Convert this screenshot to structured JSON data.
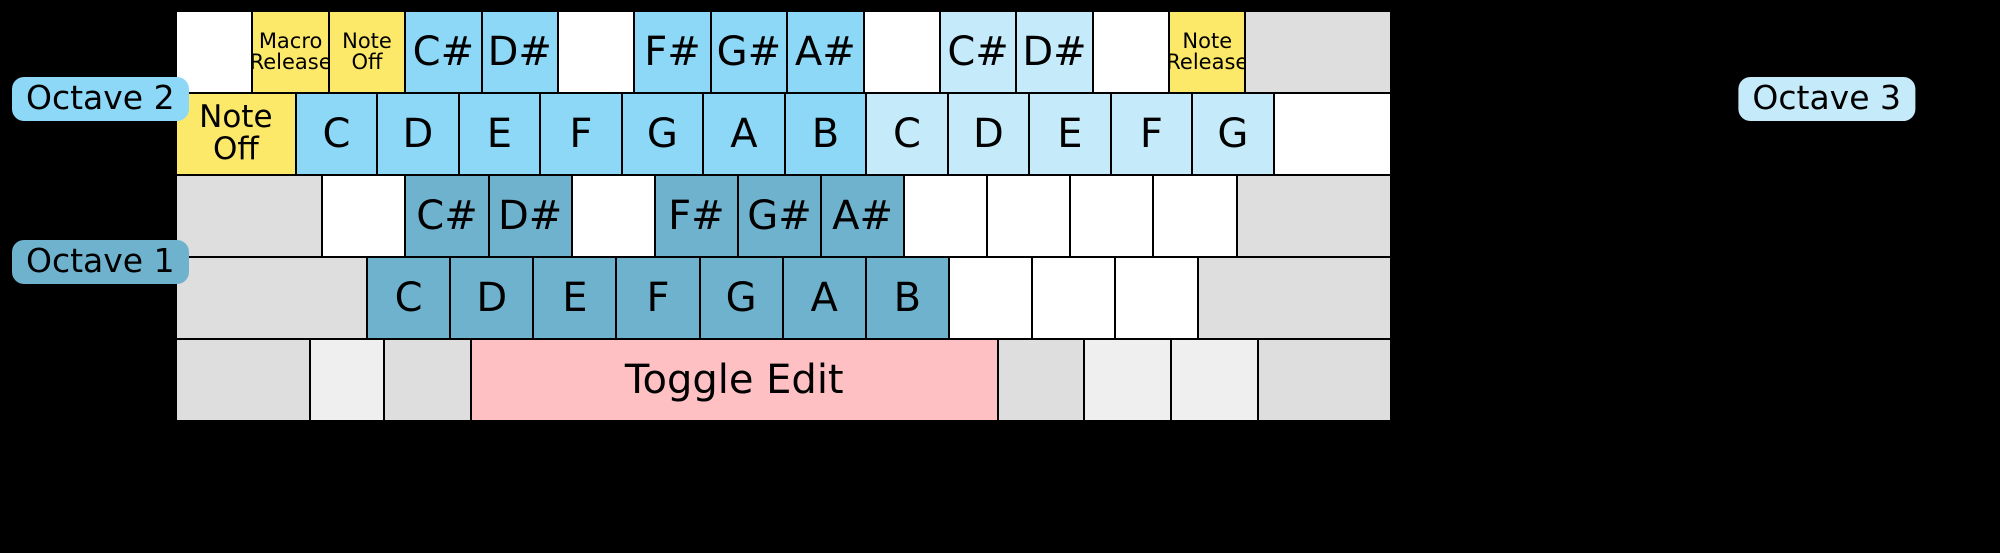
{
  "labels": {
    "octave1": "Octave 1",
    "octave2": "Octave 2",
    "octave3": "Octave 3"
  },
  "colors": {
    "octave1_fill": "#6FB2CE",
    "octave2_fill": "#8DD7F7",
    "octave3_fill": "#C5EAFA",
    "special_fill": "#FCE96A",
    "toggle_fill": "#FFC0C4",
    "inactive_fill": "#DEDEDE",
    "blank_fill": "#FFFFFF"
  },
  "keyboard": {
    "rows": [
      {
        "name": "number-row",
        "keys": [
          {
            "label": "",
            "fill": "blank",
            "size": "mid",
            "w": 1.0
          },
          {
            "label": "Macro\nRelease",
            "fill": "yellow",
            "size": "small",
            "w": 1.0
          },
          {
            "label": "Note\nOff",
            "fill": "yellow",
            "size": "small",
            "w": 1.0
          },
          {
            "label": "C#",
            "fill": "blue",
            "size": "big",
            "w": 1.0
          },
          {
            "label": "D#",
            "fill": "blue",
            "size": "big",
            "w": 1.0
          },
          {
            "label": "",
            "fill": "blank",
            "size": "mid",
            "w": 1.0
          },
          {
            "label": "F#",
            "fill": "blue",
            "size": "big",
            "w": 1.0
          },
          {
            "label": "G#",
            "fill": "blue",
            "size": "big",
            "w": 1.0
          },
          {
            "label": "A#",
            "fill": "blue",
            "size": "big",
            "w": 1.0
          },
          {
            "label": "",
            "fill": "blank",
            "size": "mid",
            "w": 1.0
          },
          {
            "label": "C#",
            "fill": "bluelight",
            "size": "big",
            "w": 1.0
          },
          {
            "label": "D#",
            "fill": "bluelight",
            "size": "big",
            "w": 1.0
          },
          {
            "label": "",
            "fill": "blank",
            "size": "mid",
            "w": 1.0
          },
          {
            "label": "Note\nRelease",
            "fill": "yellow",
            "size": "small",
            "w": 1.0
          },
          {
            "label": "",
            "fill": "grey",
            "size": "mid",
            "w": 1.93
          }
        ]
      },
      {
        "name": "qwerty-row",
        "keys": [
          {
            "label": "Note\nOff",
            "fill": "yellow",
            "size": "mid",
            "w": 1.48
          },
          {
            "label": "C",
            "fill": "blue",
            "size": "big",
            "w": 1.0
          },
          {
            "label": "D",
            "fill": "blue",
            "size": "big",
            "w": 1.0
          },
          {
            "label": "E",
            "fill": "blue",
            "size": "big",
            "w": 1.0
          },
          {
            "label": "F",
            "fill": "blue",
            "size": "big",
            "w": 1.0
          },
          {
            "label": "G",
            "fill": "blue",
            "size": "big",
            "w": 1.0
          },
          {
            "label": "A",
            "fill": "blue",
            "size": "big",
            "w": 1.0
          },
          {
            "label": "B",
            "fill": "blue",
            "size": "big",
            "w": 1.0
          },
          {
            "label": "C",
            "fill": "bluelight",
            "size": "big",
            "w": 1.0
          },
          {
            "label": "D",
            "fill": "bluelight",
            "size": "big",
            "w": 1.0
          },
          {
            "label": "E",
            "fill": "bluelight",
            "size": "big",
            "w": 1.0
          },
          {
            "label": "F",
            "fill": "bluelight",
            "size": "big",
            "w": 1.0
          },
          {
            "label": "G",
            "fill": "bluelight",
            "size": "big",
            "w": 1.0
          },
          {
            "label": "",
            "fill": "blank",
            "size": "mid",
            "w": 1.45
          }
        ]
      },
      {
        "name": "asdf-row",
        "keys": [
          {
            "label": "",
            "fill": "grey",
            "size": "mid",
            "w": 1.78
          },
          {
            "label": "",
            "fill": "blank",
            "size": "mid",
            "w": 1.0
          },
          {
            "label": "C#",
            "fill": "bluedark",
            "size": "big",
            "w": 1.0
          },
          {
            "label": "D#",
            "fill": "bluedark",
            "size": "big",
            "w": 1.0
          },
          {
            "label": "",
            "fill": "blank",
            "size": "mid",
            "w": 1.0
          },
          {
            "label": "F#",
            "fill": "bluedark",
            "size": "big",
            "w": 1.0
          },
          {
            "label": "G#",
            "fill": "bluedark",
            "size": "big",
            "w": 1.0
          },
          {
            "label": "A#",
            "fill": "bluedark",
            "size": "big",
            "w": 1.0
          },
          {
            "label": "",
            "fill": "blank",
            "size": "mid",
            "w": 1.0
          },
          {
            "label": "",
            "fill": "blank",
            "size": "mid",
            "w": 1.0
          },
          {
            "label": "",
            "fill": "blank",
            "size": "mid",
            "w": 1.0
          },
          {
            "label": "",
            "fill": "blank",
            "size": "mid",
            "w": 1.0
          },
          {
            "label": "",
            "fill": "grey",
            "size": "mid",
            "w": 1.88
          }
        ]
      },
      {
        "name": "zxcv-row",
        "keys": [
          {
            "label": "",
            "fill": "grey",
            "size": "mid",
            "w": 2.33
          },
          {
            "label": "C",
            "fill": "bluedark",
            "size": "big",
            "w": 1.0
          },
          {
            "label": "D",
            "fill": "bluedark",
            "size": "big",
            "w": 1.0
          },
          {
            "label": "E",
            "fill": "bluedark",
            "size": "big",
            "w": 1.0
          },
          {
            "label": "F",
            "fill": "bluedark",
            "size": "big",
            "w": 1.0
          },
          {
            "label": "G",
            "fill": "bluedark",
            "size": "big",
            "w": 1.0
          },
          {
            "label": "A",
            "fill": "bluedark",
            "size": "big",
            "w": 1.0
          },
          {
            "label": "B",
            "fill": "bluedark",
            "size": "big",
            "w": 1.0
          },
          {
            "label": "",
            "fill": "blank",
            "size": "mid",
            "w": 1.0
          },
          {
            "label": "",
            "fill": "blank",
            "size": "mid",
            "w": 1.0
          },
          {
            "label": "",
            "fill": "blank",
            "size": "mid",
            "w": 1.0
          },
          {
            "label": "",
            "fill": "grey",
            "size": "mid",
            "w": 2.35
          }
        ]
      },
      {
        "name": "spacebar-row",
        "keys": [
          {
            "label": "",
            "fill": "grey",
            "size": "mid",
            "w": 1.56
          },
          {
            "label": "",
            "fill": "greylight",
            "size": "mid",
            "w": 0.85
          },
          {
            "label": "",
            "fill": "grey",
            "size": "mid",
            "w": 1.0
          },
          {
            "label": "Toggle Edit",
            "fill": "pink",
            "size": "toggle",
            "w": 6.2
          },
          {
            "label": "",
            "fill": "grey",
            "size": "mid",
            "w": 1.0
          },
          {
            "label": "",
            "fill": "greylight",
            "size": "mid",
            "w": 1.0
          },
          {
            "label": "",
            "fill": "greylight",
            "size": "mid",
            "w": 1.0
          },
          {
            "label": "",
            "fill": "grey",
            "size": "mid",
            "w": 1.55
          }
        ]
      }
    ]
  }
}
